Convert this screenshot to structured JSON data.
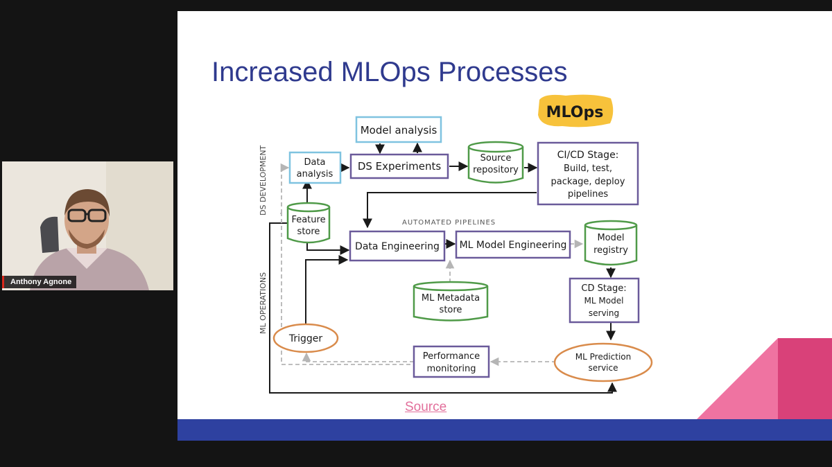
{
  "participant": {
    "name": "Anthony Agnone"
  },
  "slide": {
    "title": "Increased MLOps Processes",
    "source_link": "Source",
    "brand_color": "#2e41a0",
    "accent_color": "#e26f9b"
  },
  "diagram": {
    "badge": "MLOps",
    "lane_labels": {
      "development": "DS DEVELOPMENT",
      "operations": "ML OPERATIONS"
    },
    "section_label": "AUTOMATED PIPELINES",
    "nodes": {
      "model_analysis": "Model analysis",
      "data_analysis": [
        "Data",
        "analysis"
      ],
      "ds_experiments": "DS Experiments",
      "source_repository": [
        "Source",
        "repository"
      ],
      "cicd_stage": [
        "CI/CD Stage:",
        "Build, test,",
        "package, deploy",
        "pipelines"
      ],
      "feature_store": [
        "Feature",
        "store"
      ],
      "data_engineering": "Data Engineering",
      "ml_model_engineering": "ML Model Engineering",
      "model_registry": [
        "Model",
        "registry"
      ],
      "ml_metadata_store": [
        "ML Metadata",
        "store"
      ],
      "cd_stage": [
        "CD Stage:",
        "ML Model",
        "serving"
      ],
      "trigger": "Trigger",
      "performance_monitoring": [
        "Performance",
        "monitoring"
      ],
      "ml_prediction_service": [
        "ML Prediction",
        "service"
      ]
    }
  }
}
